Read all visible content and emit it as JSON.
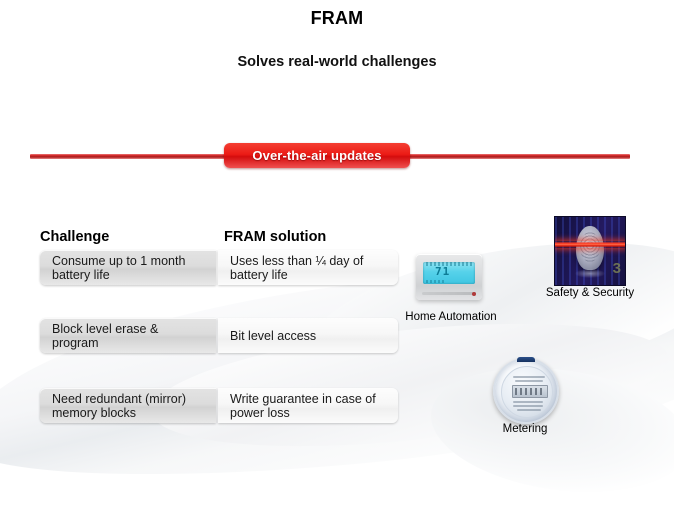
{
  "slide": {
    "title": "FRAM",
    "subtitle": "Solves real-world  challenges",
    "banner_label": "Over-the-air updates"
  },
  "table": {
    "headers": {
      "challenge": "Challenge",
      "solution": "FRAM solution"
    },
    "rows": [
      {
        "challenge": "Consume up to 1 month battery life",
        "solution": "Uses less than ¼ day of battery life"
      },
      {
        "challenge": "Block level erase & program",
        "solution": "Bit level access"
      },
      {
        "challenge": "Need redundant (mirror) memory blocks",
        "solution": "Write guarantee in case of power loss"
      }
    ]
  },
  "applications": [
    {
      "caption": "Home Automation",
      "icon": "thermostat-icon"
    },
    {
      "caption": "Safety & Security",
      "icon": "fingerprint-scanner-icon"
    },
    {
      "caption": "Metering",
      "icon": "electric-meter-icon"
    }
  ],
  "thermostat": {
    "display_value": "71"
  },
  "colors": {
    "banner_red": "#ec1c16",
    "line_red": "#c22222",
    "challenge_cell": "#dcdcdc",
    "solution_cell": "#f7f7f7",
    "lcd_cyan": "#56d2ea",
    "scanner_navy": "#1b1550",
    "laser_red": "#ff3a20"
  }
}
